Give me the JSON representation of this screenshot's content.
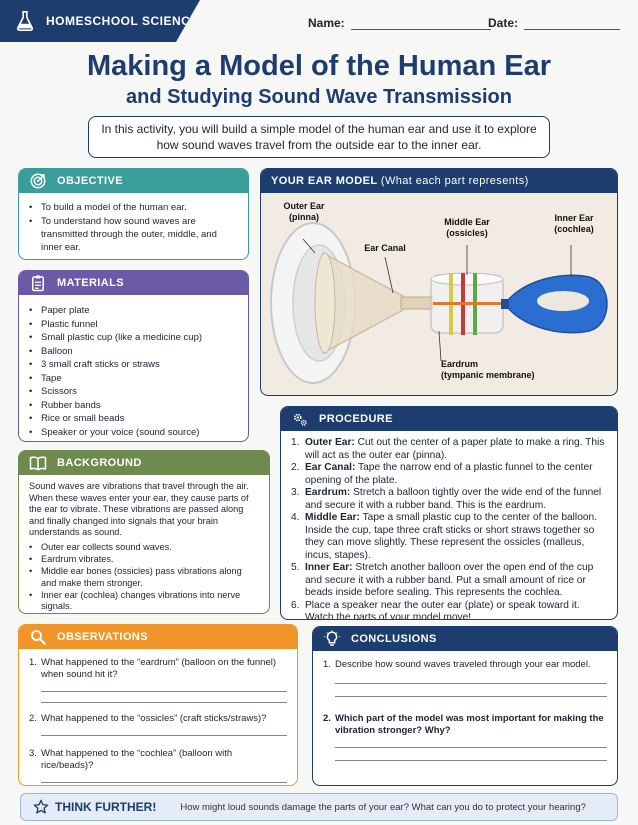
{
  "header": {
    "badge": "HOMESCHOOL SCIENCE",
    "name_label": "Name:",
    "date_label": "Date:"
  },
  "title": {
    "line1": "Making a Model of the Human Ear",
    "line2": "and Studying Sound Wave Transmission"
  },
  "intro": "In this activity, you will build a simple model of the human ear and use it to explore how sound waves travel from the outside ear to the inner ear.",
  "objective": {
    "heading": "OBJECTIVE",
    "items": [
      "To build a model of the human ear.",
      "To understand how sound waves are transmitted through the outer, middle, and inner ear."
    ]
  },
  "materials": {
    "heading": "MATERIALS",
    "items": [
      "Paper plate",
      "Plastic funnel",
      "Small plastic cup (like a medicine cup)",
      "Balloon",
      "3 small craft sticks or straws",
      "Tape",
      "Scissors",
      "Rubber bands",
      "Rice or small beads",
      "Speaker or your voice (sound source)"
    ]
  },
  "background": {
    "heading": "BACKGROUND",
    "paragraph": "Sound waves are vibrations that travel through the air. When these waves enter your ear, they cause parts of the ear to vibrate. These vibrations are passed along and finally changed into signals that your brain understands as sound.",
    "items": [
      "Outer ear collects sound waves.",
      "Eardrum vibrates.",
      "Middle ear bones (ossicles) pass vibrations along and make them stronger.",
      "Inner ear (cochlea) changes vibrations into nerve signals."
    ]
  },
  "model": {
    "heading": "YOUR EAR MODEL",
    "subheading": "(What each part represents)",
    "labels": {
      "outer_ear": "Outer Ear",
      "outer_ear_sub": "(pinna)",
      "ear_canal": "Ear Canal",
      "middle_ear": "Middle Ear",
      "middle_ear_sub": "(ossicles)",
      "inner_ear": "Inner Ear",
      "inner_ear_sub": "(cochlea)",
      "eardrum": "Eardrum",
      "eardrum_sub": "(tympanic membrane)"
    }
  },
  "procedure": {
    "heading": "PROCEDURE",
    "steps": [
      {
        "num": "1.",
        "title": "Outer Ear:",
        "text": " Cut out the center of a paper plate to make a ring. This will act as the outer ear (pinna)."
      },
      {
        "num": "2.",
        "title": "Ear Canal:",
        "text": " Tape the narrow end of a plastic funnel to the center opening of the plate."
      },
      {
        "num": "3.",
        "title": "Eardrum:",
        "text": " Stretch a balloon tightly over the wide end of the funnel and secure it with a rubber band. This is the eardrum."
      },
      {
        "num": "4.",
        "title": "Middle Ear:",
        "text": " Tape a small plastic cup to the center of the balloon. Inside the cup, tape three craft sticks or short straws together so they can move slightly. These represent the ossicles (malleus, incus, stapes)."
      },
      {
        "num": "5.",
        "title": "Inner Ear:",
        "text": " Stretch another balloon over the open end of the cup and secure it with a rubber band. Put a small amount of rice or beads inside before sealing. This represents the cochlea."
      },
      {
        "num": "6.",
        "title": "",
        "text": "Place a speaker near the outer ear (plate) or speak toward it. Watch the parts of your model move!"
      }
    ]
  },
  "observations": {
    "heading": "OBSERVATIONS",
    "questions": [
      {
        "num": "1.",
        "text": "What happened to the “eardrum” (balloon on the funnel) when sound hit it?"
      },
      {
        "num": "2.",
        "text": "What happened to the “ossicles” (craft sticks/straws)?"
      },
      {
        "num": "3.",
        "text": "What happened to the “cochlea” (balloon with rice/beads)?"
      }
    ]
  },
  "conclusions": {
    "heading": "CONCLUSIONS",
    "questions": [
      {
        "num": "1.",
        "text": "Describe how sound waves traveled through your ear model."
      },
      {
        "num": "2.",
        "text": "Which part of the model was most important for making the vibration stronger? Why?"
      }
    ]
  },
  "think_further": {
    "heading": "THINK FURTHER!",
    "text": "How might loud sounds damage the parts of your ear? What can you do to protect your hearing?"
  },
  "colors": {
    "navy": "#1c3d6e",
    "teal": "#3a9d9a",
    "purple": "#6a5aa8",
    "olive": "#6e8a4e",
    "orange": "#f0952a"
  }
}
